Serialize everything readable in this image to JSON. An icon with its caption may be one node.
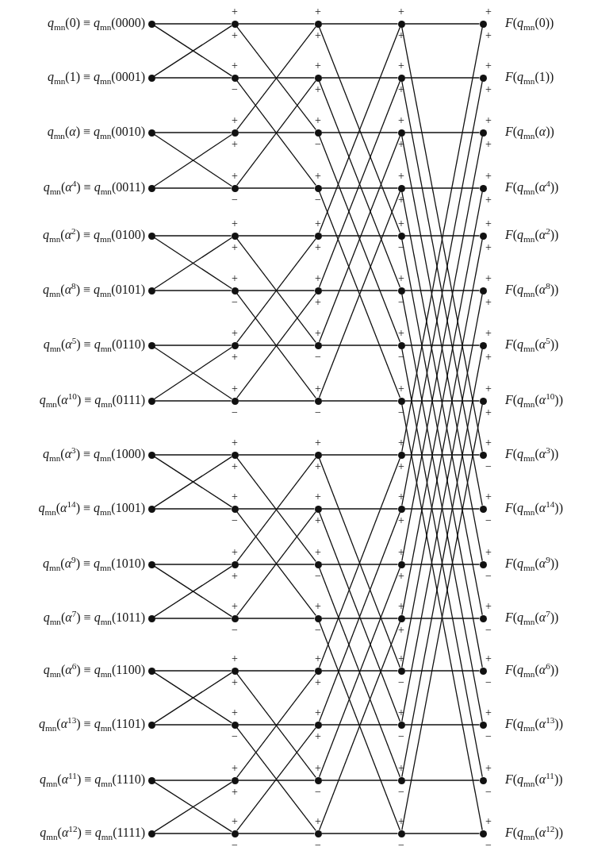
{
  "diagram": {
    "nodes": [
      {
        "text": [],
        "shape": "circle",
        "beside": [
          "*q*$_{mn}$(0) ≡ *q*$_{mn}$(0000)"
        ]
      },
      {
        "text": [],
        "shape": "circle"
      },
      {
        "text": [],
        "shape": "circle"
      },
      {
        "text": [],
        "shape": "circle"
      },
      {
        "text": [],
        "shape": "circle",
        "beside": [
          "*F*(*q*$_{mn}$(0))"
        ]
      },
      {
        "text": [],
        "shape": "circle",
        "beside": [
          "*q*$_{mn}$(1) ≡ *q*$_{mn}$(0001)"
        ]
      },
      {
        "text": [],
        "shape": "circle"
      },
      {
        "text": [],
        "shape": "circle"
      },
      {
        "text": [],
        "shape": "circle"
      },
      {
        "text": [],
        "shape": "circle",
        "beside": [
          "*F*(*q*$_{mn}$(1))"
        ]
      },
      {
        "text": [],
        "shape": "circle",
        "beside": [
          "*q*$_{mn}$(*α*) ≡ *q*$_{mn}$(0010)"
        ]
      },
      {
        "text": [],
        "shape": "circle"
      },
      {
        "text": [],
        "shape": "circle"
      },
      {
        "text": [],
        "shape": "circle"
      },
      {
        "text": [],
        "shape": "circle",
        "beside": [
          "*F*(*q*$_{mn}$(*α*))"
        ]
      },
      {
        "text": [],
        "shape": "circle",
        "beside": [
          "*q*$_{mn}$(*α*$^{4}$) ≡ *q*$_{mn}$(0011)"
        ]
      },
      {
        "text": [],
        "shape": "circle"
      },
      {
        "text": [],
        "shape": "circle"
      },
      {
        "text": [],
        "shape": "circle"
      },
      {
        "text": [],
        "shape": "circle",
        "beside": [
          "*F*(*q*$_{mn}$(*α*$^{4}$))"
        ]
      },
      {
        "text": [],
        "shape": "circle",
        "beside": [
          "*q*$_{mn}$(*α*$^{2}$) ≡ *q*$_{mn}$(0100)"
        ]
      },
      {
        "text": [],
        "shape": "circle"
      },
      {
        "text": [],
        "shape": "circle"
      },
      {
        "text": [],
        "shape": "circle"
      },
      {
        "text": [],
        "shape": "circle",
        "beside": [
          "*F*(*q*$_{mn}$(*α*$^{2}$))"
        ]
      },
      {
        "text": [],
        "shape": "circle",
        "beside": [
          "*q*$_{mn}$(*α*$^{8}$) ≡ *q*$_{mn}$(0101)"
        ]
      },
      {
        "text": [],
        "shape": "circle"
      },
      {
        "text": [],
        "shape": "circle"
      },
      {
        "text": [],
        "shape": "circle"
      },
      {
        "text": [],
        "shape": "circle",
        "beside": [
          "*F*(*q*$_{mn}$(*α*$^{8}$))"
        ]
      },
      {
        "text": [],
        "shape": "circle",
        "beside": [
          "*q*$_{mn}$(*α*$^{5}$) ≡ *q*$_{mn}$(0110)"
        ]
      },
      {
        "text": [],
        "shape": "circle"
      },
      {
        "text": [],
        "shape": "circle"
      },
      {
        "text": [],
        "shape": "circle"
      },
      {
        "text": [],
        "shape": "circle",
        "beside": [
          "*F*(*q*$_{mn}$(*α*$^{5}$))"
        ]
      },
      {
        "text": [],
        "shape": "circle",
        "beside": [
          "*q*$_{mn}$(*α*$^{10}$) ≡ *q*$_{mn}$(0111)"
        ]
      },
      {
        "text": [],
        "shape": "circle"
      },
      {
        "text": [],
        "shape": "circle"
      },
      {
        "text": [],
        "shape": "circle"
      },
      {
        "text": [],
        "shape": "circle",
        "beside": [
          "*F*(*q*$_{mn}$(*α*$^{10}$))"
        ]
      },
      {
        "text": [],
        "shape": "circle",
        "beside": [
          "*q*$_{mn}$(*α*$^{3}$) ≡ *q*$_{mn}$(1000)"
        ]
      },
      {
        "text": [],
        "shape": "circle"
      },
      {
        "text": [],
        "shape": "circle"
      },
      {
        "text": [],
        "shape": "circle"
      },
      {
        "text": [],
        "shape": "circle",
        "beside": [
          "*F*(*q*$_{mn}$(*α*$^{3}$))"
        ]
      },
      {
        "text": [],
        "shape": "circle",
        "beside": [
          "*q*$_{mn}$(*α*$^{14}$) ≡ *q*$_{mn}$(1001)"
        ]
      },
      {
        "text": [],
        "shape": "circle"
      },
      {
        "text": [],
        "shape": "circle"
      },
      {
        "text": [],
        "shape": "circle"
      },
      {
        "text": [],
        "shape": "circle",
        "beside": [
          "*F*(*q*$_{mn}$(*α*$^{14}$))"
        ]
      },
      {
        "text": [],
        "shape": "circle",
        "beside": [
          "*q*$_{mn}$(*α*$^{9}$) ≡ *q*$_{mn}$(1010)"
        ]
      },
      {
        "text": [],
        "shape": "circle"
      },
      {
        "text": [],
        "shape": "circle"
      },
      {
        "text": [],
        "shape": "circle"
      },
      {
        "text": [],
        "shape": "circle",
        "beside": [
          "*F*(*q*$_{mn}$(*α*$^{9}$))"
        ]
      },
      {
        "text": [],
        "shape": "circle",
        "beside": [
          "*q*$_{mn}$(*α*$^{7}$) ≡ *q*$_{mn}$(1011)"
        ]
      },
      {
        "text": [],
        "shape": "circle"
      },
      {
        "text": [],
        "shape": "circle"
      },
      {
        "text": [],
        "shape": "circle"
      },
      {
        "text": [],
        "shape": "circle",
        "beside": [
          "*F*(*q*$_{mn}$(*α*$^{7}$))"
        ]
      },
      {
        "text": [],
        "shape": "circle",
        "beside": [
          "*q*$_{mn}$(*α*$^{6}$) ≡ *q*$_{mn}$(1100)"
        ]
      },
      {
        "text": [],
        "shape": "circle"
      },
      {
        "text": [],
        "shape": "circle"
      },
      {
        "text": [],
        "shape": "circle"
      },
      {
        "text": [],
        "shape": "circle",
        "beside": [
          "*F*(*q*$_{mn}$(*α*$^{6}$))"
        ]
      },
      {
        "text": [],
        "shape": "circle",
        "beside": [
          "*q*$_{mn}$(*α*$^{13}$) ≡ *q*$_{mn}$(1101)"
        ]
      },
      {
        "text": [],
        "shape": "circle"
      },
      {
        "text": [],
        "shape": "circle"
      },
      {
        "text": [],
        "shape": "circle"
      },
      {
        "text": [],
        "shape": "circle",
        "beside": [
          "*F*(*q*$_{mn}$(*α*$^{13}$))"
        ]
      },
      {
        "text": [],
        "shape": "circle",
        "beside": [
          "*q*$_{mn}$(*α*$^{11}$) ≡ *q*$_{mn}$(1110)"
        ]
      },
      {
        "text": [],
        "shape": "circle"
      },
      {
        "text": [],
        "shape": "circle"
      },
      {
        "text": [],
        "shape": "circle"
      },
      {
        "text": [],
        "shape": "circle",
        "beside": [
          "*F*(*q*$_{mn}$(*α*$^{11}$))"
        ]
      },
      {
        "text": [],
        "shape": "circle",
        "beside": [
          "*q*$_{mn}$(*α*$^{12}$) ≡ *q*$_{mn}$(1111)"
        ]
      },
      {
        "text": [],
        "shape": "circle"
      },
      {
        "text": [],
        "shape": "circle"
      },
      {
        "text": [],
        "shape": "circle"
      },
      {
        "text": [],
        "shape": "circle",
        "beside": [
          "*F*(*q*$_{mn}$(*α*$^{12}$))"
        ]
      }
    ],
    "edges": [
      {
        "from": 0,
        "to": 1,
        "arrow": "none"
      },
      {
        "from": 0,
        "to": 6,
        "arrow": "none"
      },
      {
        "from": 5,
        "to": 6,
        "arrow": "none"
      },
      {
        "from": 5,
        "to": 1,
        "arrow": "none"
      },
      {
        "from": 10,
        "to": 11,
        "arrow": "none"
      },
      {
        "from": 10,
        "to": 16,
        "arrow": "none"
      },
      {
        "from": 15,
        "to": 16,
        "arrow": "none"
      },
      {
        "from": 15,
        "to": 11,
        "arrow": "none"
      },
      {
        "from": 20,
        "to": 21,
        "arrow": "none"
      },
      {
        "from": 20,
        "to": 26,
        "arrow": "none"
      },
      {
        "from": 25,
        "to": 26,
        "arrow": "none"
      },
      {
        "from": 25,
        "to": 21,
        "arrow": "none"
      },
      {
        "from": 30,
        "to": 31,
        "arrow": "none"
      },
      {
        "from": 30,
        "to": 36,
        "arrow": "none"
      },
      {
        "from": 35,
        "to": 36,
        "arrow": "none"
      },
      {
        "from": 35,
        "to": 31,
        "arrow": "none"
      },
      {
        "from": 40,
        "to": 41,
        "arrow": "none"
      },
      {
        "from": 40,
        "to": 46,
        "arrow": "none"
      },
      {
        "from": 45,
        "to": 46,
        "arrow": "none"
      },
      {
        "from": 45,
        "to": 41,
        "arrow": "none"
      },
      {
        "from": 50,
        "to": 51,
        "arrow": "none"
      },
      {
        "from": 50,
        "to": 56,
        "arrow": "none"
      },
      {
        "from": 55,
        "to": 56,
        "arrow": "none"
      },
      {
        "from": 55,
        "to": 51,
        "arrow": "none"
      },
      {
        "from": 60,
        "to": 61,
        "arrow": "none"
      },
      {
        "from": 60,
        "to": 66,
        "arrow": "none"
      },
      {
        "from": 65,
        "to": 66,
        "arrow": "none"
      },
      {
        "from": 65,
        "to": 61,
        "arrow": "none"
      },
      {
        "from": 70,
        "to": 71,
        "arrow": "none"
      },
      {
        "from": 70,
        "to": 76,
        "arrow": "none"
      },
      {
        "from": 75,
        "to": 76,
        "arrow": "none"
      },
      {
        "from": 75,
        "to": 71,
        "arrow": "none"
      },
      {
        "from": 1,
        "to": 2,
        "arrow": "none"
      },
      {
        "from": 1,
        "to": 12,
        "arrow": "none"
      },
      {
        "from": 6,
        "to": 7,
        "arrow": "none"
      },
      {
        "from": 6,
        "to": 17,
        "arrow": "none"
      },
      {
        "from": 11,
        "to": 12,
        "arrow": "none"
      },
      {
        "from": 11,
        "to": 2,
        "arrow": "none"
      },
      {
        "from": 16,
        "to": 17,
        "arrow": "none"
      },
      {
        "from": 16,
        "to": 7,
        "arrow": "none"
      },
      {
        "from": 21,
        "to": 22,
        "arrow": "none"
      },
      {
        "from": 21,
        "to": 32,
        "arrow": "none"
      },
      {
        "from": 26,
        "to": 27,
        "arrow": "none"
      },
      {
        "from": 26,
        "to": 37,
        "arrow": "none"
      },
      {
        "from": 31,
        "to": 32,
        "arrow": "none"
      },
      {
        "from": 31,
        "to": 22,
        "arrow": "none"
      },
      {
        "from": 36,
        "to": 37,
        "arrow": "none"
      },
      {
        "from": 36,
        "to": 27,
        "arrow": "none"
      },
      {
        "from": 41,
        "to": 42,
        "arrow": "none"
      },
      {
        "from": 41,
        "to": 52,
        "arrow": "none"
      },
      {
        "from": 46,
        "to": 47,
        "arrow": "none"
      },
      {
        "from": 46,
        "to": 57,
        "arrow": "none"
      },
      {
        "from": 51,
        "to": 52,
        "arrow": "none"
      },
      {
        "from": 51,
        "to": 42,
        "arrow": "none"
      },
      {
        "from": 56,
        "to": 57,
        "arrow": "none"
      },
      {
        "from": 56,
        "to": 47,
        "arrow": "none"
      },
      {
        "from": 61,
        "to": 62,
        "arrow": "none"
      },
      {
        "from": 61,
        "to": 72,
        "arrow": "none"
      },
      {
        "from": 66,
        "to": 67,
        "arrow": "none"
      },
      {
        "from": 66,
        "to": 77,
        "arrow": "none"
      },
      {
        "from": 71,
        "to": 72,
        "arrow": "none"
      },
      {
        "from": 71,
        "to": 62,
        "arrow": "none"
      },
      {
        "from": 76,
        "to": 77,
        "arrow": "none"
      },
      {
        "from": 76,
        "to": 67,
        "arrow": "none"
      },
      {
        "from": 2,
        "to": 3,
        "arrow": "none"
      },
      {
        "from": 2,
        "to": 23,
        "arrow": "none"
      },
      {
        "from": 7,
        "to": 8,
        "arrow": "none"
      },
      {
        "from": 7,
        "to": 28,
        "arrow": "none"
      },
      {
        "from": 12,
        "to": 13,
        "arrow": "none"
      },
      {
        "from": 12,
        "to": 33,
        "arrow": "none"
      },
      {
        "from": 17,
        "to": 18,
        "arrow": "none"
      },
      {
        "from": 17,
        "to": 38,
        "arrow": "none"
      },
      {
        "from": 22,
        "to": 23,
        "arrow": "none"
      },
      {
        "from": 22,
        "to": 3,
        "arrow": "none"
      },
      {
        "from": 27,
        "to": 28,
        "arrow": "none"
      },
      {
        "from": 27,
        "to": 8,
        "arrow": "none"
      },
      {
        "from": 32,
        "to": 33,
        "arrow": "none"
      },
      {
        "from": 32,
        "to": 13,
        "arrow": "none"
      },
      {
        "from": 37,
        "to": 38,
        "arrow": "none"
      },
      {
        "from": 37,
        "to": 18,
        "arrow": "none"
      },
      {
        "from": 42,
        "to": 43,
        "arrow": "none"
      },
      {
        "from": 42,
        "to": 63,
        "arrow": "none"
      },
      {
        "from": 47,
        "to": 48,
        "arrow": "none"
      },
      {
        "from": 47,
        "to": 68,
        "arrow": "none"
      },
      {
        "from": 52,
        "to": 53,
        "arrow": "none"
      },
      {
        "from": 52,
        "to": 73,
        "arrow": "none"
      },
      {
        "from": 57,
        "to": 58,
        "arrow": "none"
      },
      {
        "from": 57,
        "to": 78,
        "arrow": "none"
      },
      {
        "from": 62,
        "to": 63,
        "arrow": "none"
      },
      {
        "from": 62,
        "to": 43,
        "arrow": "none"
      },
      {
        "from": 67,
        "to": 68,
        "arrow": "none"
      },
      {
        "from": 67,
        "to": 48,
        "arrow": "none"
      },
      {
        "from": 72,
        "to": 73,
        "arrow": "none"
      },
      {
        "from": 72,
        "to": 53,
        "arrow": "none"
      },
      {
        "from": 77,
        "to": 78,
        "arrow": "none"
      },
      {
        "from": 77,
        "to": 58,
        "arrow": "none"
      },
      {
        "from": 3,
        "to": 4,
        "arrow": "none"
      },
      {
        "from": 3,
        "to": 44,
        "arrow": "none"
      },
      {
        "from": 8,
        "to": 9,
        "arrow": "none"
      },
      {
        "from": 8,
        "to": 49,
        "arrow": "none"
      },
      {
        "from": 13,
        "to": 14,
        "arrow": "none"
      },
      {
        "from": 13,
        "to": 54,
        "arrow": "none"
      },
      {
        "from": 18,
        "to": 19,
        "arrow": "none"
      },
      {
        "from": 18,
        "to": 59,
        "arrow": "none"
      },
      {
        "from": 23,
        "to": 24,
        "arrow": "none"
      },
      {
        "from": 23,
        "to": 64,
        "arrow": "none"
      },
      {
        "from": 28,
        "to": 29,
        "arrow": "none"
      },
      {
        "from": 28,
        "to": 69,
        "arrow": "none"
      },
      {
        "from": 33,
        "to": 34,
        "arrow": "none"
      },
      {
        "from": 33,
        "to": 74,
        "arrow": "none"
      },
      {
        "from": 38,
        "to": 39,
        "arrow": "none"
      },
      {
        "from": 38,
        "to": 79,
        "arrow": "none"
      },
      {
        "from": 43,
        "to": 44,
        "arrow": "none"
      },
      {
        "from": 43,
        "to": 4,
        "arrow": "none"
      },
      {
        "from": 48,
        "to": 49,
        "arrow": "none"
      },
      {
        "from": 48,
        "to": 9,
        "arrow": "none"
      },
      {
        "from": 53,
        "to": 54,
        "arrow": "none"
      },
      {
        "from": 53,
        "to": 14,
        "arrow": "none"
      },
      {
        "from": 58,
        "to": 59,
        "arrow": "none"
      },
      {
        "from": 58,
        "to": 19,
        "arrow": "none"
      },
      {
        "from": 63,
        "to": 64,
        "arrow": "none"
      },
      {
        "from": 63,
        "to": 24,
        "arrow": "none"
      },
      {
        "from": 68,
        "to": 69,
        "arrow": "none"
      },
      {
        "from": 68,
        "to": 29,
        "arrow": "none"
      },
      {
        "from": 73,
        "to": 74,
        "arrow": "none"
      },
      {
        "from": 73,
        "to": 34,
        "arrow": "none"
      },
      {
        "from": 78,
        "to": 79,
        "arrow": "none"
      },
      {
        "from": 78,
        "to": 39,
        "arrow": "none"
      }
    ],
    "labels": [
      "+",
      "+",
      "+",
      "+",
      "+",
      "+",
      "+",
      "+",
      "+",
      "−",
      "+",
      "+",
      "+",
      "+",
      "+",
      "+",
      "+",
      "+",
      "+",
      "−",
      "+",
      "+",
      "+",
      "+",
      "+",
      "−",
      "+",
      "−",
      "+",
      "+",
      "+",
      "+",
      "+",
      "+",
      "+",
      "+",
      "+",
      "−",
      "+",
      "+",
      "+",
      "−",
      "+",
      "+",
      "+",
      "−",
      "+",
      "+",
      "+",
      "+",
      "+",
      "−",
      "+",
      "−",
      "+",
      "+",
      "+",
      "−",
      "+",
      "−",
      "+",
      "−",
      "+",
      "+",
      "+",
      "+",
      "+",
      "+",
      "+",
      "+",
      "+",
      "−",
      "+",
      "−",
      "+",
      "+",
      "+",
      "+",
      "+",
      "−",
      "+",
      "+",
      "+",
      "−",
      "+",
      "+",
      "+",
      "−",
      "+",
      "−",
      "+",
      "−",
      "+",
      "+",
      "+",
      "−",
      "+",
      "+",
      "+",
      "+",
      "+",
      "−",
      "+",
      "−",
      "+",
      "−",
      "+",
      "+",
      "+",
      "−",
      "+",
      "−",
      "+",
      "+",
      "+",
      "−",
      "+",
      "−",
      "+",
      "−",
      "+",
      "−",
      "+",
      "−",
      "+",
      "−",
      "+",
      "−"
    ]
  }
}
